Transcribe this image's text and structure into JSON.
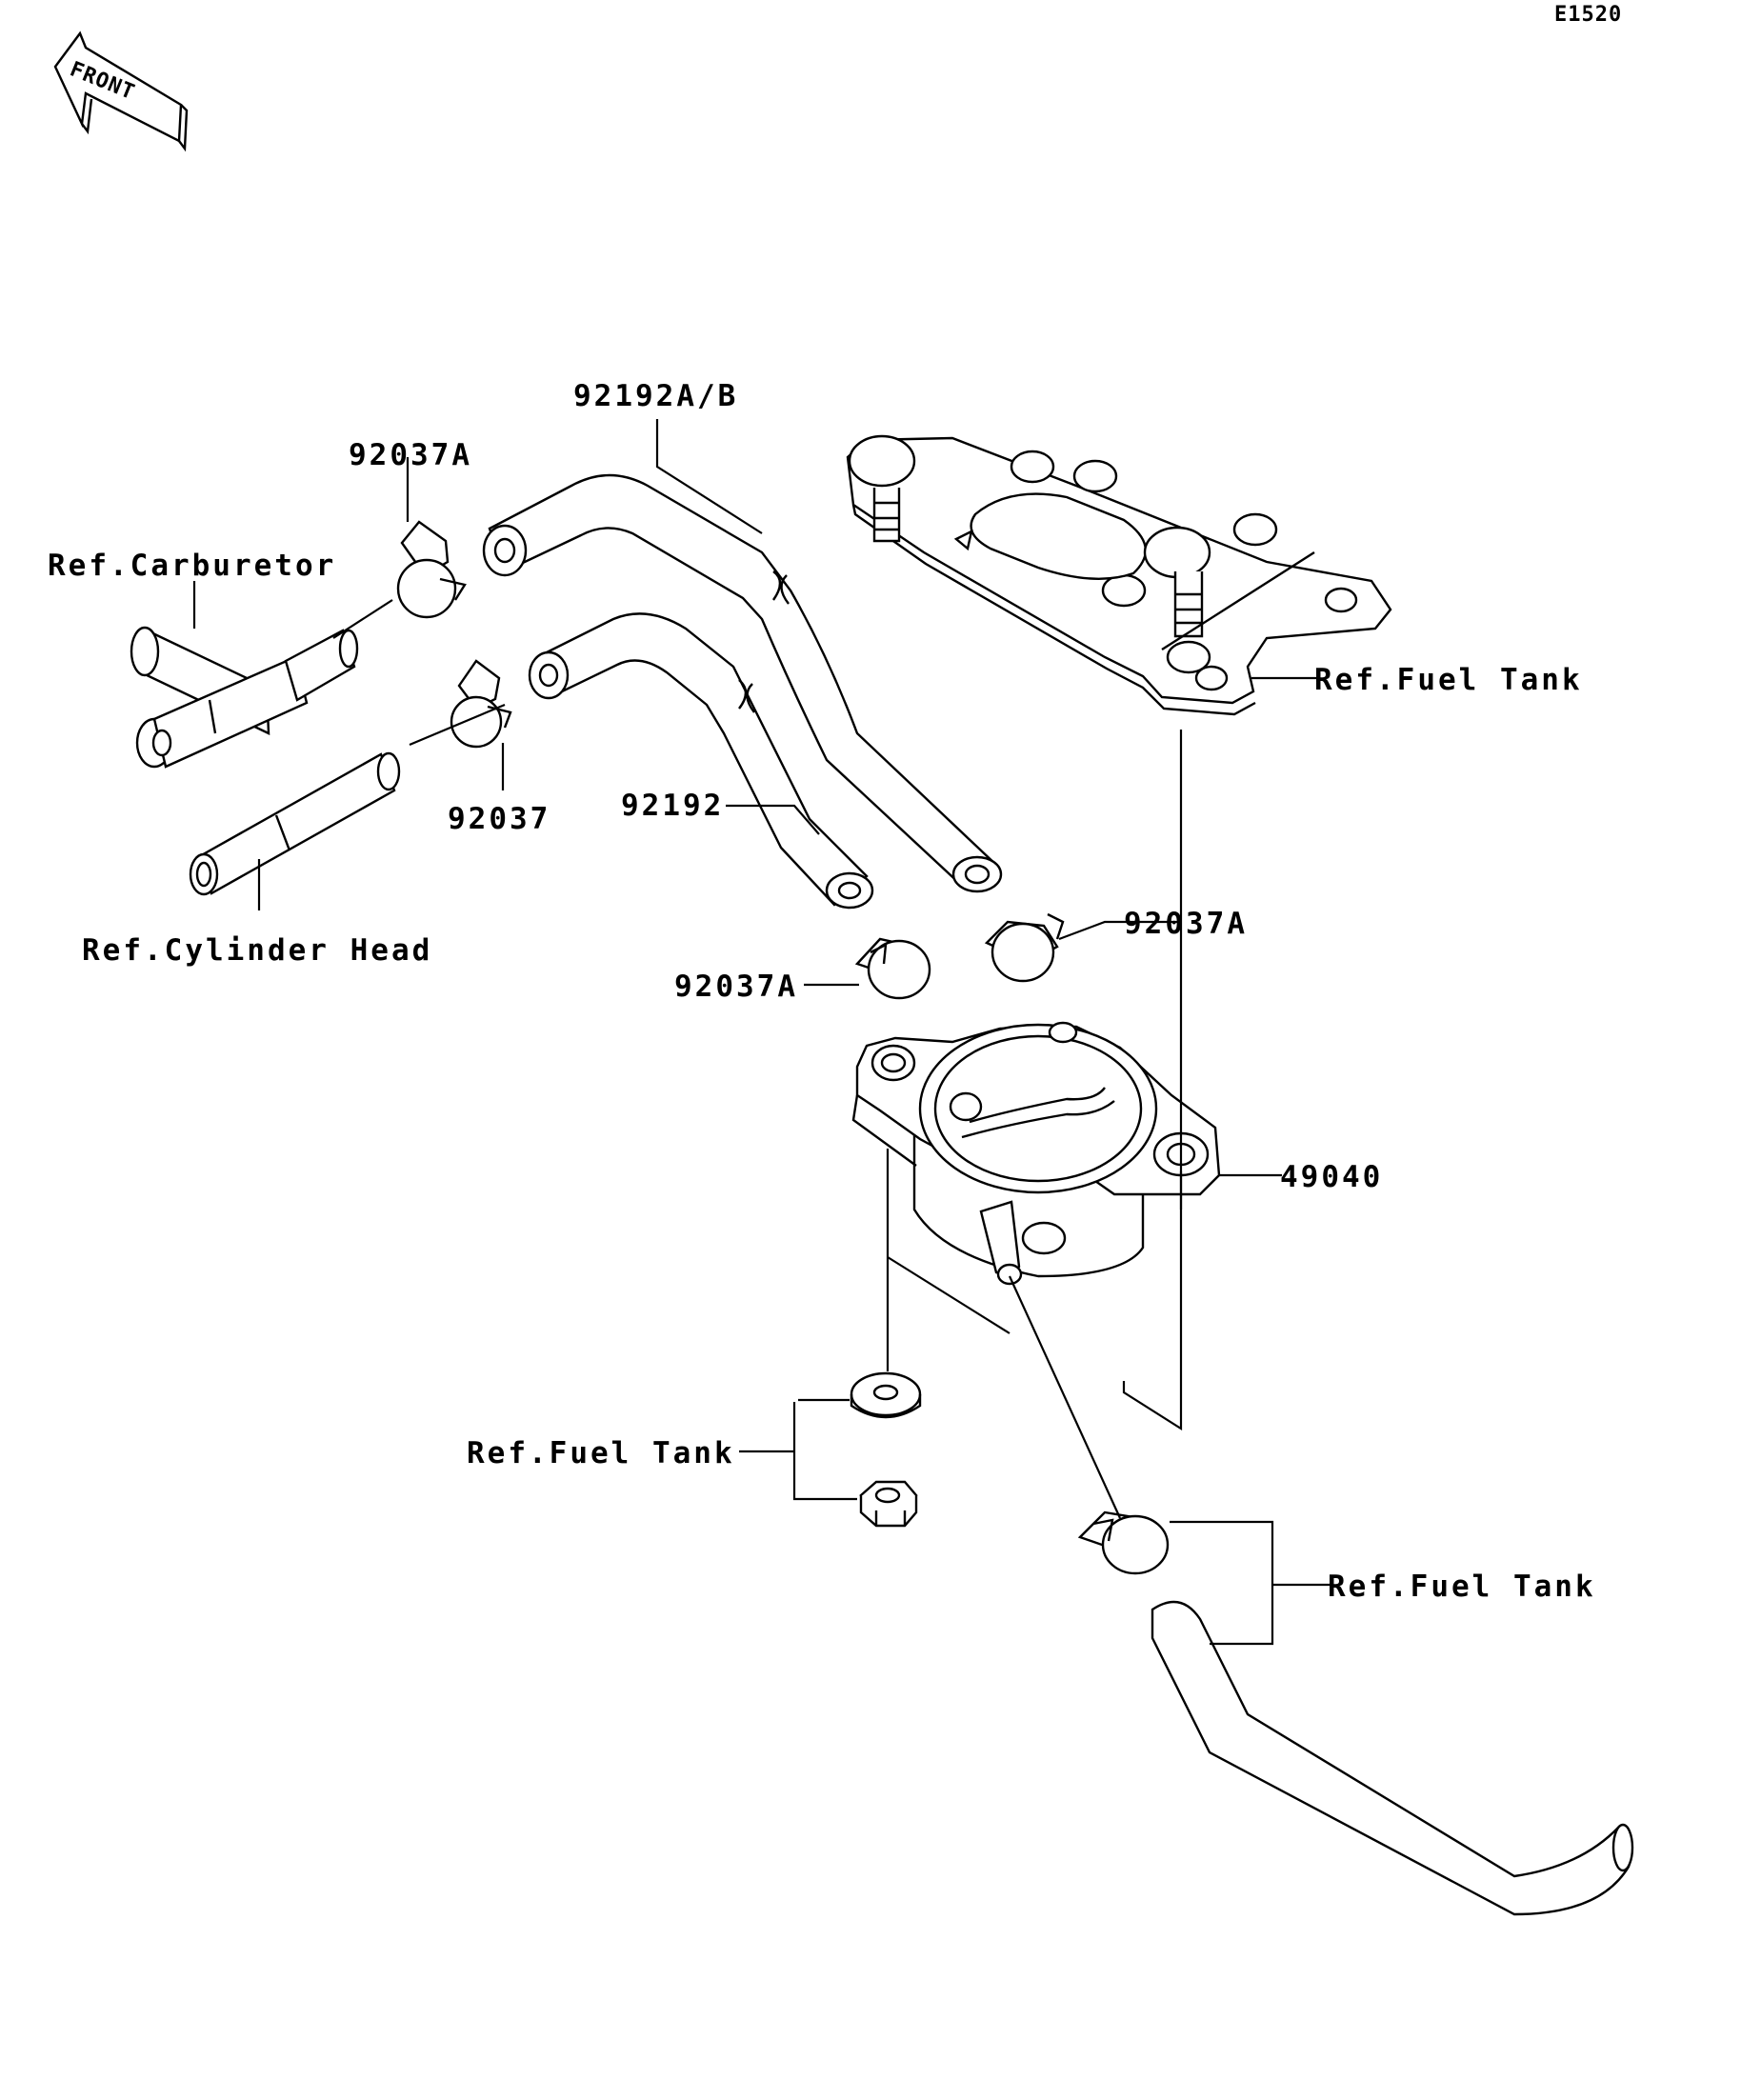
{
  "diagram_code": "E1520",
  "front_label": "FRONT",
  "labels": {
    "hose_upper": "92192A/B",
    "clamp_top_left": "92037A",
    "carburetor": "Ref.Carburetor",
    "clamp_left": "92037",
    "hose_lower": "92192",
    "cylinder_head": "Ref.Cylinder Head",
    "clamp_right": "92037A",
    "clamp_mid": "92037A",
    "fuel_tank_top": "Ref.Fuel Tank",
    "fuel_cock": "49040",
    "fuel_tank_left": "Ref.Fuel Tank",
    "fuel_tank_bottom": "Ref.Fuel Tank"
  }
}
